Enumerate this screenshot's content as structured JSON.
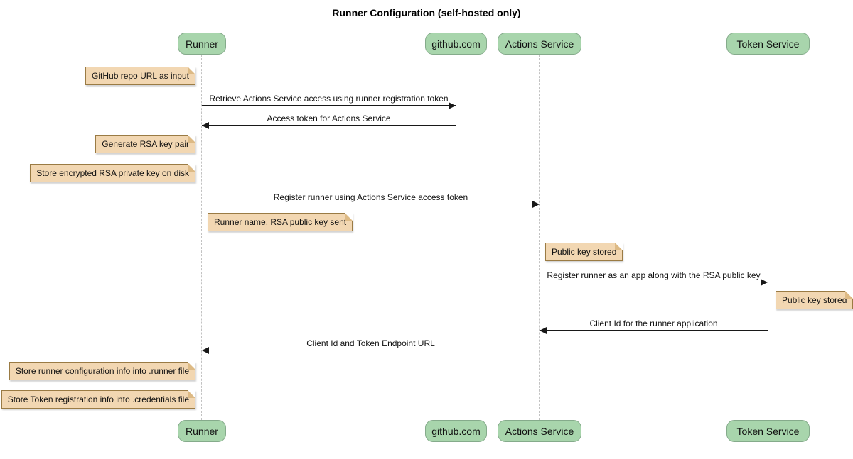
{
  "title": "Runner Configuration (self-hosted only)",
  "participants": [
    {
      "name": "Runner"
    },
    {
      "name": "github.com"
    },
    {
      "name": "Actions Service"
    },
    {
      "name": "Token Service"
    }
  ],
  "messages": [
    {
      "from": "Runner",
      "to": "github.com",
      "direction": "right",
      "text": "Retrieve Actions Service access using runner registration token"
    },
    {
      "from": "github.com",
      "to": "Runner",
      "direction": "left",
      "text": "Access token for Actions Service"
    },
    {
      "from": "Runner",
      "to": "Actions Service",
      "direction": "right",
      "text": "Register runner using Actions Service access token"
    },
    {
      "from": "Actions Service",
      "to": "Token Service",
      "direction": "right",
      "text": "Register runner as an app along with the RSA public key"
    },
    {
      "from": "Token Service",
      "to": "Actions Service",
      "direction": "left",
      "text": "Client Id for the runner application"
    },
    {
      "from": "Actions Service",
      "to": "Runner",
      "direction": "left",
      "text": "Client Id and Token Endpoint URL"
    }
  ],
  "notes": [
    {
      "position": "left of Runner",
      "text": "GitHub repo URL as input"
    },
    {
      "position": "left of Runner",
      "text": "Generate RSA key pair"
    },
    {
      "position": "left of Runner",
      "text": "Store encrypted RSA private key on disk"
    },
    {
      "position": "right of Runner",
      "text": "Runner name, RSA public key sent"
    },
    {
      "position": "right of Actions Service",
      "text": "Public key stored"
    },
    {
      "position": "right of Token Service",
      "text": "Public key stored"
    },
    {
      "position": "left of Runner",
      "text": "Store runner configuration info into .runner file"
    },
    {
      "position": "left of Runner",
      "text": "Store Token registration info into .credentials file"
    }
  ],
  "colors": {
    "participant_fill": "#A8D5AC",
    "participant_border": "#85AB8B",
    "note_fill": "#F2D7B2",
    "note_border": "#9A7B44",
    "note_fold": "#DDBA85",
    "lifeline": "#C2C2C2",
    "arrow": "#181818",
    "background": "#FFFFFF"
  }
}
